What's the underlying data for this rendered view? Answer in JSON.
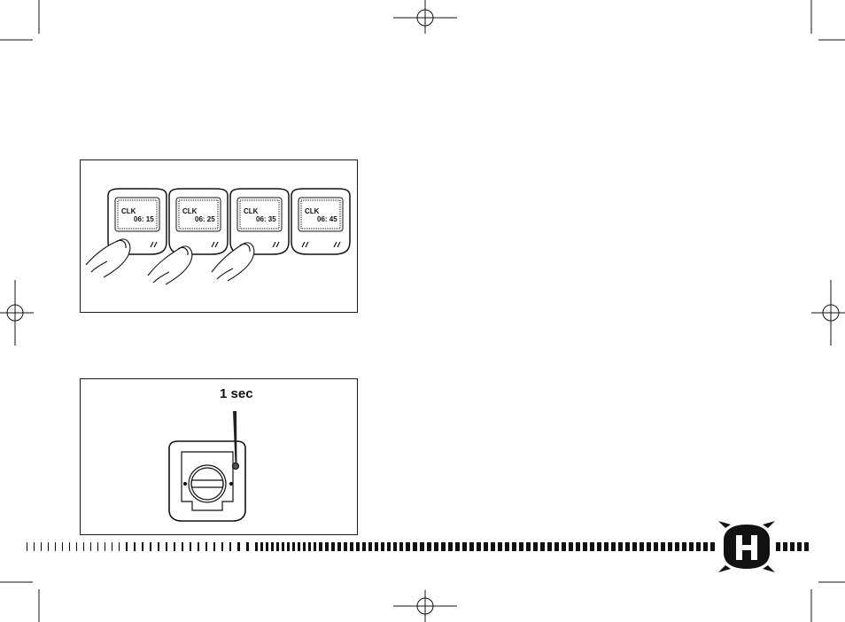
{
  "figure_1": {
    "displays": [
      {
        "line1": "CLK",
        "line2": "06: 15"
      },
      {
        "line1": "CLK",
        "line2": "06: 25"
      },
      {
        "line1": "CLK",
        "line2": "06: 35"
      },
      {
        "line1": "CLK",
        "line2": "06: 45"
      }
    ]
  },
  "figure_2": {
    "label": "1 sec"
  },
  "colors": {
    "ink": "#111111",
    "logo": "#111111"
  },
  "icons": [
    "crop-mark",
    "registration-mark",
    "husqvarna-logo-icon",
    "finger-press-icon",
    "battery-cover-icon"
  ]
}
